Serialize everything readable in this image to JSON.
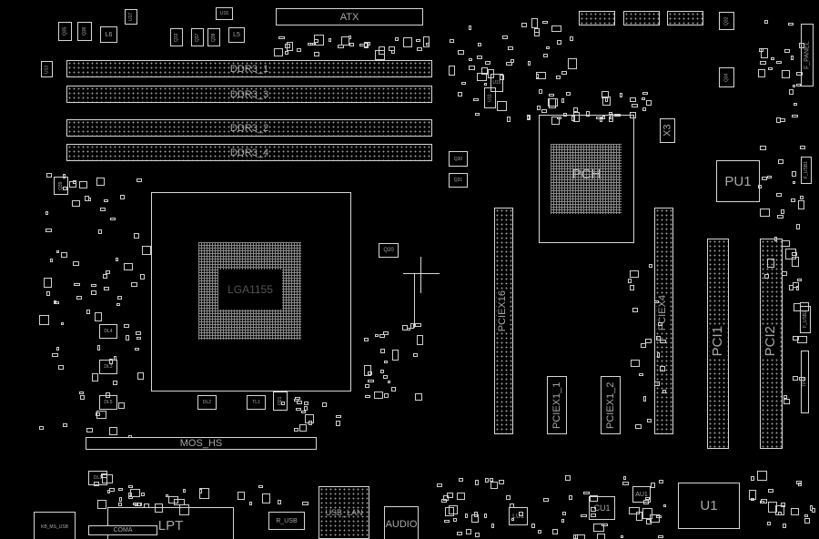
{
  "board": {
    "connectors": {
      "atx": "ATX",
      "ddr3_1": "DDR3_1",
      "ddr3_3": "DDR3_3",
      "ddr3_2": "DDR3_2",
      "ddr3_4": "DDR3_4",
      "socket": "LGA1155",
      "pch": "PCH",
      "pciex16": "PCIEX16",
      "pciex4": "PCIEX4",
      "pci1": "PCI1",
      "pci2": "PCI2",
      "pciex1_1": "PCIEX1_1",
      "pciex1_2": "PCIEX1_2",
      "mos_hs": "MOS_HS",
      "lpt": "LPT",
      "coma": "COMA",
      "usb_lan": "USB_LAN",
      "audio": "AUDIO",
      "f_panel": "F_PANEL",
      "f_usb1": "F_USB1",
      "f_usb2": "F_USB2",
      "tpm": "TPM",
      "r_usb": "R_USB",
      "kb_ms_usb": "KB_MS_USB"
    },
    "chips": {
      "u1": "U1",
      "pu1": "PU1",
      "cu1": "CU1",
      "lu1": "LU1",
      "au1": "AU1",
      "x3": "X3",
      "u16": "U16",
      "u17": "U17",
      "u15": "U15",
      "u11": "U11",
      "u13": "U13",
      "l5": "L5",
      "l6": "L6",
      "q20": "Q20",
      "q30": "Q30",
      "q31": "Q31",
      "q32": "Q32",
      "q34": "Q34",
      "q35": "Q35",
      "q36": "Q36",
      "q33": "Q33",
      "q37": "Q37",
      "q38": "Q38",
      "q39": "Q39",
      "dl1": "DL1",
      "dl2": "DL2",
      "dl3": "DL3",
      "dl4": "DL4",
      "dl5": "DL5",
      "tl1": "TL1",
      "q21": "Q21"
    }
  }
}
